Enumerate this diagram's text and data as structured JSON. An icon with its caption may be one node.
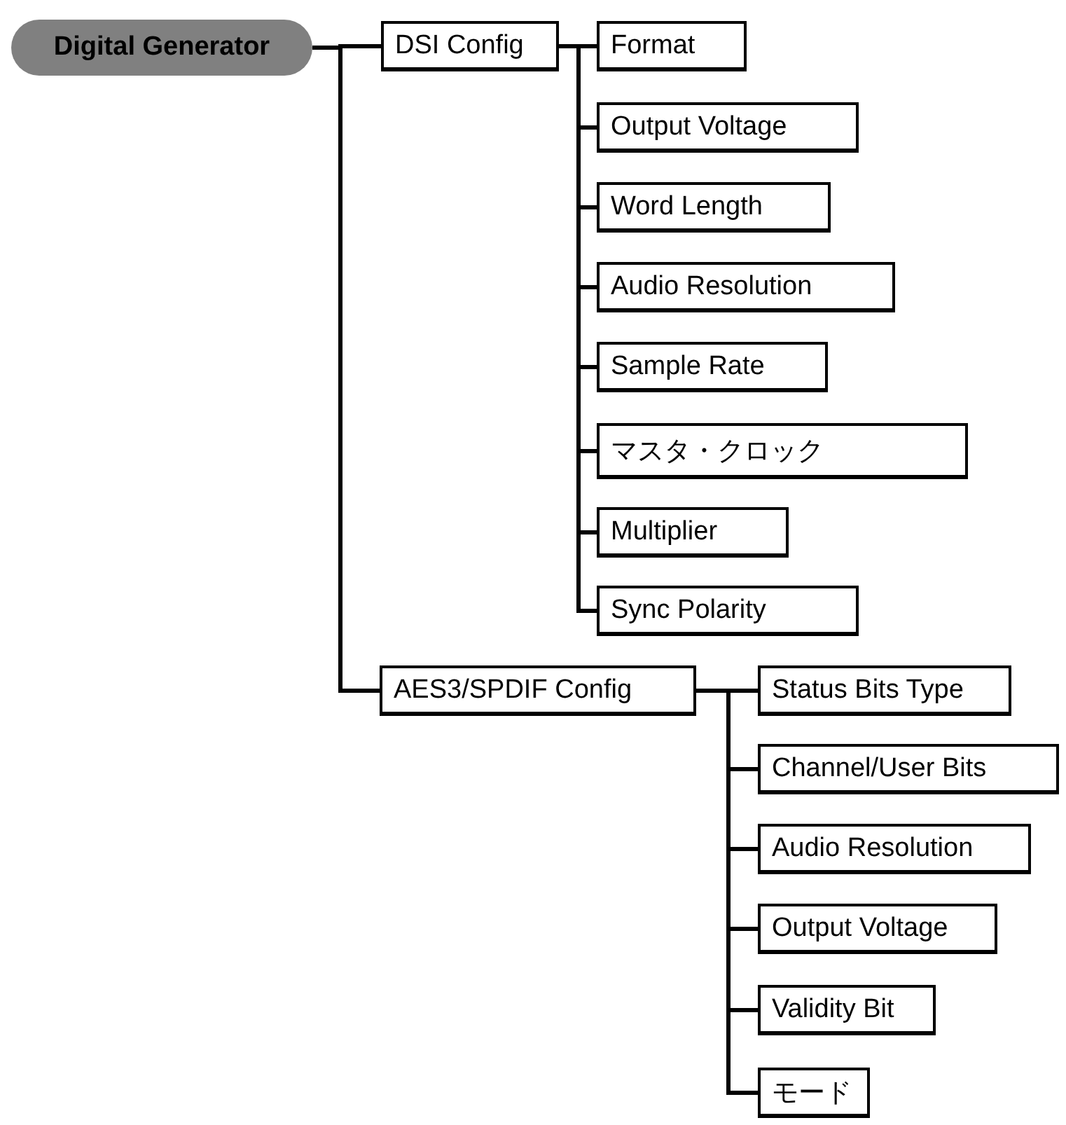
{
  "diagram": {
    "nodes": [
      {
        "text": [
          "Digital Generator"
        ]
      },
      {
        "text": [
          "DSI Config"
        ]
      },
      {
        "text": [
          "Format"
        ]
      },
      {
        "text": [
          "Output Voltage"
        ]
      },
      {
        "text": [
          "Word Length"
        ]
      },
      {
        "text": [
          "Audio Resolution"
        ]
      },
      {
        "text": [
          "Sample Rate"
        ]
      },
      {
        "text": [
          "マスタ・クロック"
        ]
      },
      {
        "text": [
          "Multiplier"
        ]
      },
      {
        "text": [
          "Sync Polarity"
        ]
      },
      {
        "text": [
          "AES3/SPDIF Config"
        ]
      },
      {
        "text": [
          "Status Bits Type"
        ]
      },
      {
        "text": [
          "Channel/User Bits"
        ]
      },
      {
        "text": [
          "Audio Resolution"
        ]
      },
      {
        "text": [
          "Output Voltage"
        ]
      },
      {
        "text": [
          "Validity Bit"
        ]
      },
      {
        "text": [
          "モード"
        ]
      }
    ],
    "edges": [
      {
        "from": 0,
        "to": 1,
        "arrow": "none"
      },
      {
        "from": 0,
        "to": 10,
        "arrow": "none"
      },
      {
        "from": 1,
        "to": 2,
        "arrow": "none"
      },
      {
        "from": 1,
        "to": 3,
        "arrow": "none"
      },
      {
        "from": 1,
        "to": 4,
        "arrow": "none"
      },
      {
        "from": 1,
        "to": 5,
        "arrow": "none"
      },
      {
        "from": 1,
        "to": 6,
        "arrow": "none"
      },
      {
        "from": 1,
        "to": 7,
        "arrow": "none"
      },
      {
        "from": 1,
        "to": 8,
        "arrow": "none"
      },
      {
        "from": 1,
        "to": 9,
        "arrow": "none"
      },
      {
        "from": 10,
        "to": 11,
        "arrow": "none"
      },
      {
        "from": 10,
        "to": 12,
        "arrow": "none"
      },
      {
        "from": 10,
        "to": 13,
        "arrow": "none"
      },
      {
        "from": 10,
        "to": 14,
        "arrow": "none"
      },
      {
        "from": 10,
        "to": 15,
        "arrow": "none"
      },
      {
        "from": 10,
        "to": 16,
        "arrow": "none"
      }
    ]
  }
}
